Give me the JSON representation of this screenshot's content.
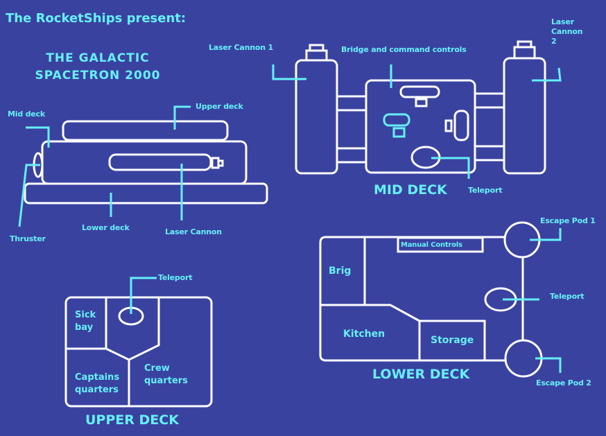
{
  "colors": {
    "background": "#3a42a0",
    "outline": "#ffffff",
    "label": "#66f0f8"
  },
  "header": {
    "presenter": "The RocketShips present:",
    "title_line1": "THE GALACTIC",
    "title_line2": "SPACETRON 2000"
  },
  "side_view": {
    "labels": {
      "mid_deck": "Mid deck",
      "upper_deck": "Upper deck",
      "thruster": "Thruster",
      "lower_deck": "Lower deck",
      "laser_cannon": "Laser Cannon"
    }
  },
  "mid_deck": {
    "title": "MID DECK",
    "labels": {
      "laser_cannon_1": "Laser Cannon 1",
      "bridge": "Bridge and command controls",
      "laser_cannon_2_line1": "Laser",
      "laser_cannon_2_line2": "Cannon",
      "laser_cannon_2_line3": "2",
      "teleport": "Teleport"
    }
  },
  "upper_deck": {
    "title": "UPPER DECK",
    "labels": {
      "teleport": "Teleport",
      "sick_bay_line1": "Sick",
      "sick_bay_line2": "bay",
      "captains_line1": "Captains",
      "captains_line2": "quarters",
      "crew_line1": "Crew",
      "crew_line2": "quarters"
    }
  },
  "lower_deck": {
    "title": "LOWER DECK",
    "labels": {
      "manual_controls": "Manual Controls",
      "brig": "Brig",
      "kitchen": "Kitchen",
      "storage": "Storage",
      "escape_pod_1": "Escape Pod 1",
      "escape_pod_2": "Escape Pod 2",
      "teleport": "Teleport"
    }
  }
}
